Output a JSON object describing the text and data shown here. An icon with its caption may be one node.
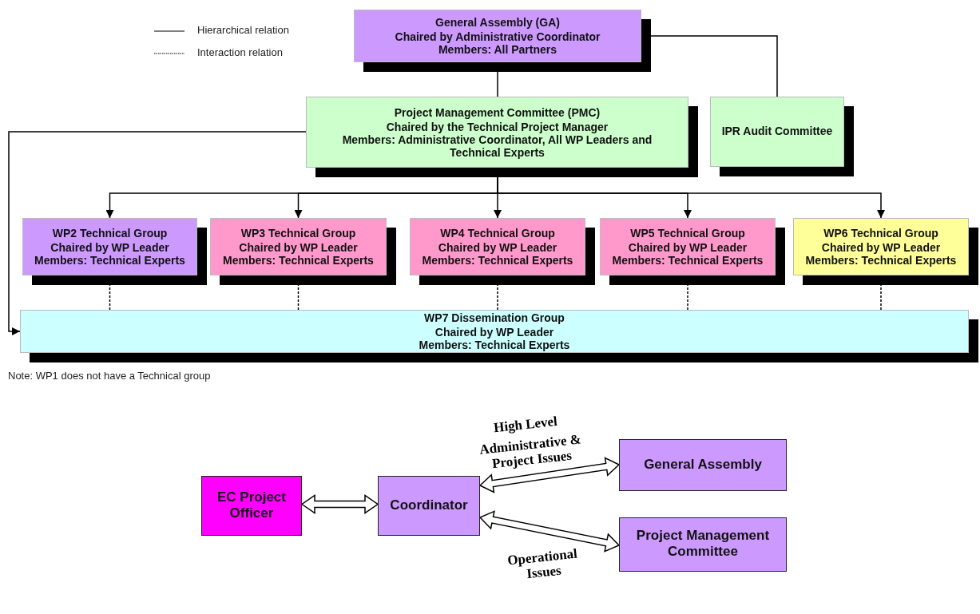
{
  "diagram": {
    "nodes": [
      {
        "text": [
          "General Assembly (GA)",
          "Chaired by Administrative Coordinator",
          "Members: All Partners"
        ]
      },
      {
        "text": [
          "Project Management Committee (PMC)",
          "Chaired by the Technical Project Manager",
          "Members: Administrative Coordinator, All WP Leaders and Technical Experts"
        ]
      },
      {
        "text": [
          "IPR Audit Committee"
        ]
      },
      {
        "text": [
          "WP2 Technical Group",
          "Chaired by WP Leader",
          "Members: Technical Experts"
        ]
      },
      {
        "text": [
          "WP3 Technical Group",
          "Chaired by WP Leader",
          "Members: Technical Experts"
        ]
      },
      {
        "text": [
          "WP4 Technical Group",
          "Chaired by WP Leader",
          "Members: Technical Experts"
        ]
      },
      {
        "text": [
          "WP5 Technical Group",
          "Chaired by WP Leader",
          "Members: Technical Experts"
        ]
      },
      {
        "text": [
          "WP6 Technical Group",
          "Chaired by WP Leader",
          "Members: Technical Experts"
        ]
      },
      {
        "text": [
          "WP7 Dissemination Group",
          "Chaired by WP Leader",
          "Members: Technical Experts"
        ]
      },
      {
        "text": [
          "EC Project Officer"
        ]
      },
      {
        "text": [
          "Coordinator"
        ]
      },
      {
        "text": [
          "General Assembly"
        ]
      },
      {
        "text": [
          "Project Management Committee"
        ]
      }
    ],
    "edges": [
      {
        "from": 0,
        "to": 1,
        "arrow": "none"
      },
      {
        "from": 0,
        "to": 2,
        "arrow": "none"
      },
      {
        "from": 1,
        "to": 3,
        "arrow": "to"
      },
      {
        "from": 1,
        "to": 4,
        "arrow": "to"
      },
      {
        "from": 1,
        "to": 5,
        "arrow": "to"
      },
      {
        "from": 1,
        "to": 6,
        "arrow": "to"
      },
      {
        "from": 1,
        "to": 7,
        "arrow": "to"
      },
      {
        "from": 1,
        "to": 8,
        "arrow": "to"
      },
      {
        "from": 3,
        "to": 8,
        "arrow": "none",
        "style": "dashed"
      },
      {
        "from": 4,
        "to": 8,
        "arrow": "none",
        "style": "dashed"
      },
      {
        "from": 5,
        "to": 8,
        "arrow": "none",
        "style": "dashed"
      },
      {
        "from": 6,
        "to": 8,
        "arrow": "none",
        "style": "dashed"
      },
      {
        "from": 7,
        "to": 8,
        "arrow": "none",
        "style": "dashed"
      },
      {
        "from": 9,
        "to": 10,
        "arrow": "both",
        "style": "thick"
      },
      {
        "from": 10,
        "to": 11,
        "arrow": "both",
        "style": "thick",
        "label": "Administrative & Project Issues"
      },
      {
        "from": 10,
        "to": 12,
        "arrow": "both",
        "style": "thick",
        "label": "Operational Issues"
      }
    ],
    "labels": [
      "Note: WP1 does not have a Technical group",
      "High Level"
    ],
    "legend": [
      {
        "text": "Hierarchical relation"
      },
      {
        "text": "Interaction relation"
      }
    ]
  }
}
